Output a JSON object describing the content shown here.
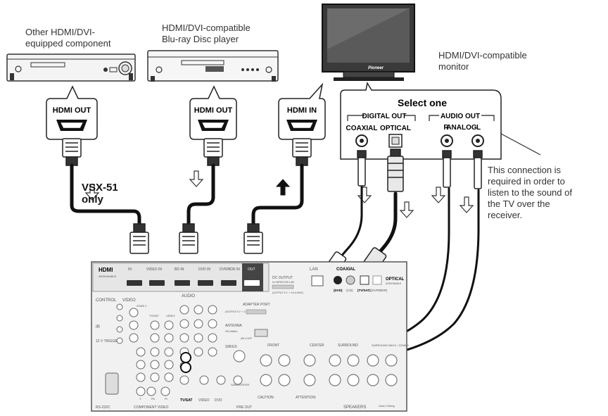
{
  "labels": {
    "other_component": "Other HDMI/DVI-\nequipped component",
    "bluray_player": "HDMI/DVI-compatible\nBlu-ray Disc player",
    "monitor": "HDMI/DVI-compatible\nmonitor",
    "tv_brand": "Pioneer",
    "hdmi_out": "HDMI OUT",
    "hdmi_in": "HDMI IN",
    "vsx_note": "VSX-51\nonly",
    "select_one": "Select one",
    "digital_out": "DIGITAL OUT",
    "coaxial": "COAXIAL",
    "optical": "OPTICAL",
    "audio_out": "AUDIO OUT",
    "analog_r": "R",
    "analog": "ANALOG",
    "analog_l": "L",
    "connection_note": "This connection is\nrequired in order to\nlisten to the sound of\nthe TV over the\nreceiver."
  },
  "receiver": {
    "hdmi": "HDMI",
    "assignable": "ASSIGNABLE",
    "in_num": "IN",
    "video_in": "VIDEO IN",
    "bd_in": "BD IN",
    "dvd_in": "DVD IN",
    "dvr_bdr_in": "DVR/BDR IN",
    "out": "OUT",
    "dc_output": "DC OUTPUT",
    "for_wireless": "for WIRELESS LAN",
    "output_spec": "(OUTPUT 5 V ⎓ 0.6 A MAX)",
    "lan": "LAN",
    "coaxial": "COAXIAL",
    "dvd": "(DVD)",
    "cd": "(CD)",
    "tv_sat": "(TV/SAT)",
    "dvr_bdr": "(DVR/BDR)",
    "optical": "OPTICAL",
    "optical_assignable": "ASSIGNABLE",
    "control": "CONTROL",
    "video": "VIDEO",
    "zone2": "ZONE 2",
    "tvsat_in": "TV/SAT",
    "video_in_small": "VIDEO",
    "audio": "AUDIO",
    "adapter_port": "ADAPTER PORT",
    "adapter_spec": "(OUTPUT 5 V ⎓ 0.1 A MAX)",
    "antenna": "ANTENNA",
    "fm_unbal": "FM UNBAL",
    "am_loop": "AM LOOP",
    "ir": "IR",
    "trigger": "12 V\nTRIGGER",
    "sirius": "SIRIUS",
    "front": "FRONT",
    "center": "CENTER",
    "surround": "SURROUND",
    "surround_back": "SURROUND BACK / ZONE 2",
    "rs232c": "RS-232C",
    "component_video": "COMPONENT VIDEO",
    "tvsat_bottom": "TV/SAT",
    "video_bottom": "VIDEO",
    "dvd_bottom": "DVD",
    "pre_out": "PRE OUT",
    "caution": "CAUTION:",
    "attention": "ATTENTION:",
    "speakers": "SPEAKERS",
    "class": "Class 2 Wiring",
    "subwoofer": "SUBWOOFER",
    "y": "Y",
    "pb": "Pb",
    "pr": "Pr"
  }
}
